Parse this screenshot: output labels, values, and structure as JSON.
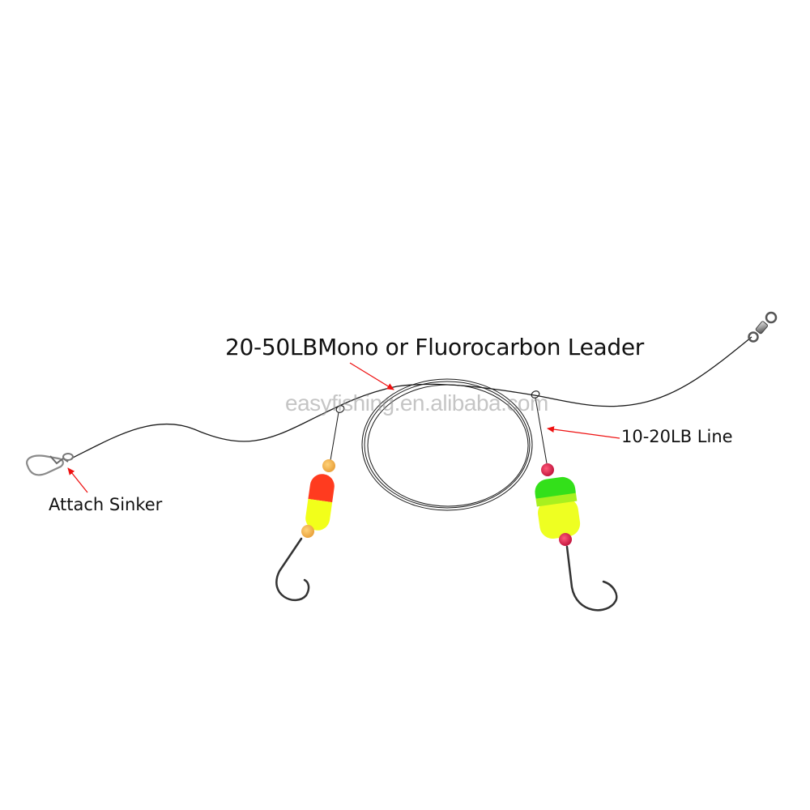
{
  "diagram": {
    "type": "fishing-rig-illustration",
    "labels": {
      "leader": "20-50LBMono or Fluorocarbon Leader",
      "line": "10-20LB Line",
      "sinker": "Attach Sinker"
    },
    "watermark": "easyfishing.en.alibaba.com",
    "components": [
      {
        "name": "barrel-swivel",
        "position": "top-right"
      },
      {
        "name": "snap-swivel",
        "position": "left",
        "note": "Attach Sinker"
      },
      {
        "name": "main-leader",
        "note": "20-50LBMono or Fluorocarbon Leader"
      },
      {
        "name": "coiled-leader-loop",
        "position": "center"
      },
      {
        "name": "dropper-left",
        "float_colors": [
          "#ff3b1f",
          "#f2ff1a"
        ],
        "bead_color": "#f5b84a"
      },
      {
        "name": "dropper-right",
        "float_colors": [
          "#33e01a",
          "#eeff22"
        ],
        "bead_color": "#d81e4e",
        "note": "10-20LB Line"
      }
    ],
    "colors": {
      "arrow": "#ee1111",
      "line": "#111111",
      "text": "#111111"
    }
  }
}
